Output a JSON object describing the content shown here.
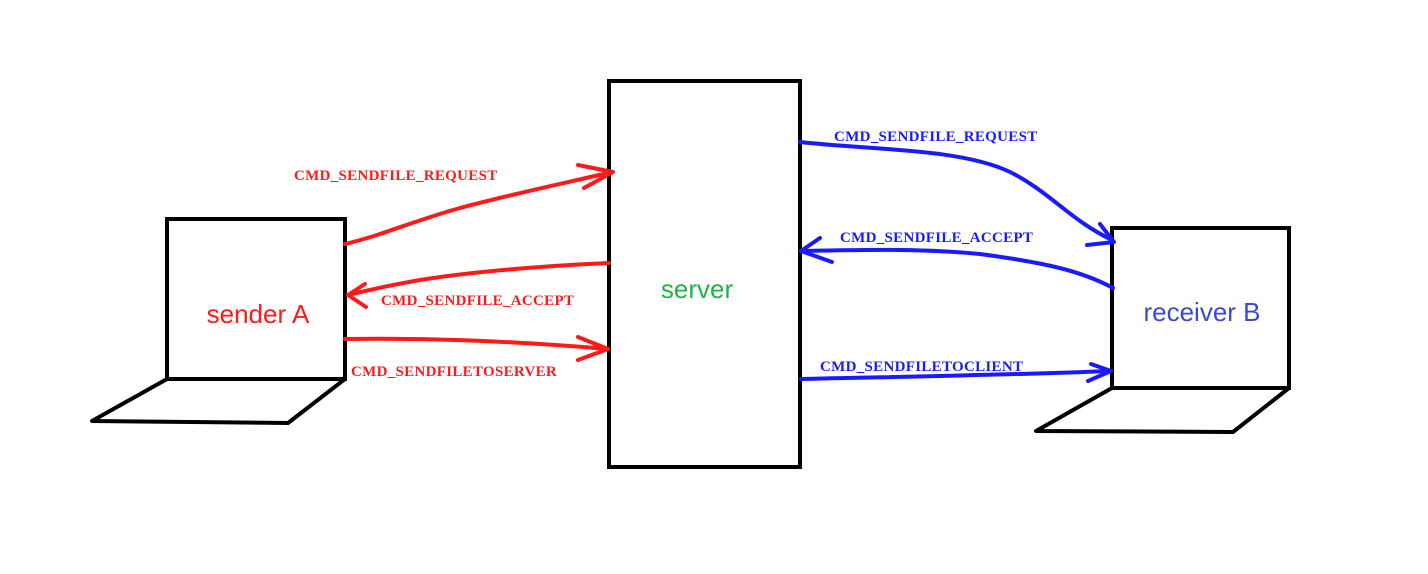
{
  "colors": {
    "outline": "#000000",
    "sender": "#ff1a1a",
    "server": "#22b14c",
    "receiver": "#3f48cc",
    "receiver_arrows": "#1a1aff"
  },
  "nodes": {
    "sender": {
      "label": "sender A"
    },
    "server": {
      "label": "server"
    },
    "receiver": {
      "label": "receiver B"
    }
  },
  "messages": {
    "sender_to_server_request": "CMD_SENDFILE_REQUEST",
    "server_to_sender_accept": "CMD_SENDFILE_ACCEPT",
    "sender_to_server_file": "CMD_SENDFILETOSERVER",
    "server_to_receiver_request": "CMD_SENDFILE_REQUEST",
    "receiver_to_server_accept": "CMD_SENDFILE_ACCEPT",
    "server_to_receiver_file": "CMD_SENDFILETOCLIENT"
  }
}
